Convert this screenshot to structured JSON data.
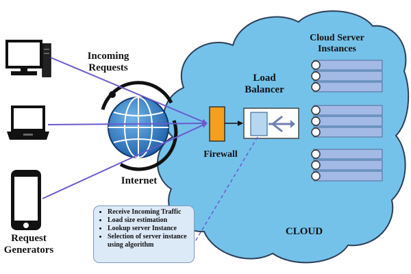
{
  "labels": {
    "incoming": "Incoming Requests",
    "internet": "Internet",
    "load_balancer": "Load Balancer",
    "firewall": "Firewall",
    "cloud_servers": "Cloud Server Instances",
    "cloud": "CLOUD",
    "request_generators": "Request Generators"
  },
  "notes": [
    "Receive Incoming Traffic",
    "Load size estimation",
    "Lookup server Instance",
    "Selection of server instance using algorithm"
  ],
  "colors": {
    "cloud_fill": "#74c2ea",
    "server_bar": "#a3b9e6",
    "firewall": "#f4a01c",
    "arrow": "#6a5acd",
    "note_bg": "#dce9f7"
  },
  "icons": [
    "desktop-icon",
    "laptop-icon",
    "smartphone-icon",
    "globe-icon",
    "load-balancer-icon",
    "firewall-icon",
    "server-instance-icon"
  ],
  "server_groups": [
    3,
    3,
    3
  ]
}
